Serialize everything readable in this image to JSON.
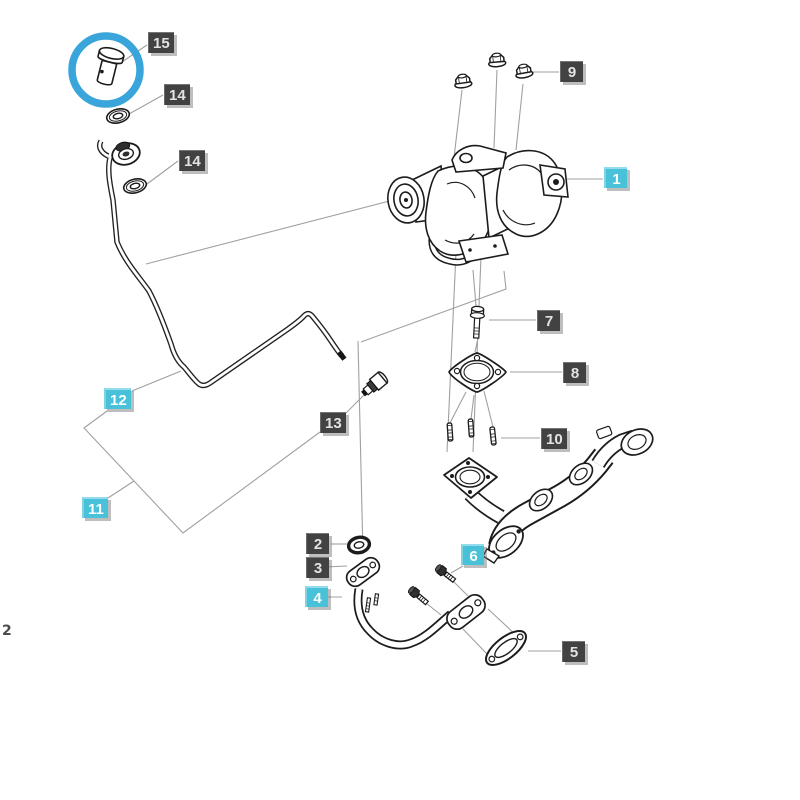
{
  "page": {
    "background_color": "#ffffff",
    "stray_text": "2"
  },
  "diagram": {
    "kind": "exploded-parts-diagram",
    "highlight": {
      "shape": "circle",
      "color": "#3aa5da",
      "around_label": "15"
    },
    "label_style_colors": {
      "dark": "#424242",
      "cyan": "#49c1d8"
    },
    "line_art_color": "#1c1c1c",
    "leader_line_color": "#a0a0a0",
    "labels": [
      {
        "text": "15",
        "style": "dark"
      },
      {
        "text": "14",
        "style": "dark"
      },
      {
        "text": "14",
        "style": "dark"
      },
      {
        "text": "9",
        "style": "dark"
      },
      {
        "text": "1",
        "style": "cyan"
      },
      {
        "text": "7",
        "style": "dark"
      },
      {
        "text": "8",
        "style": "dark"
      },
      {
        "text": "10",
        "style": "dark"
      },
      {
        "text": "12",
        "style": "cyan"
      },
      {
        "text": "13",
        "style": "dark"
      },
      {
        "text": "11",
        "style": "cyan"
      },
      {
        "text": "2",
        "style": "dark"
      },
      {
        "text": "3",
        "style": "dark"
      },
      {
        "text": "4",
        "style": "cyan"
      },
      {
        "text": "6",
        "style": "cyan"
      },
      {
        "text": "5",
        "style": "dark"
      }
    ],
    "parts": [
      "oil-plug",
      "sealing-washer",
      "sealing-washer",
      "oil-feed-pipe",
      "banjo-fitting",
      "turbocharger",
      "flange-nut",
      "flange-nut",
      "flange-nut",
      "bolt",
      "gasket",
      "stud",
      "stud",
      "stud",
      "exhaust-manifold",
      "fitting",
      "o-ring",
      "drain-flange",
      "drain-pipe",
      "pipe-flange",
      "outlet-gasket",
      "mount-bolt",
      "mount-bolt"
    ]
  }
}
